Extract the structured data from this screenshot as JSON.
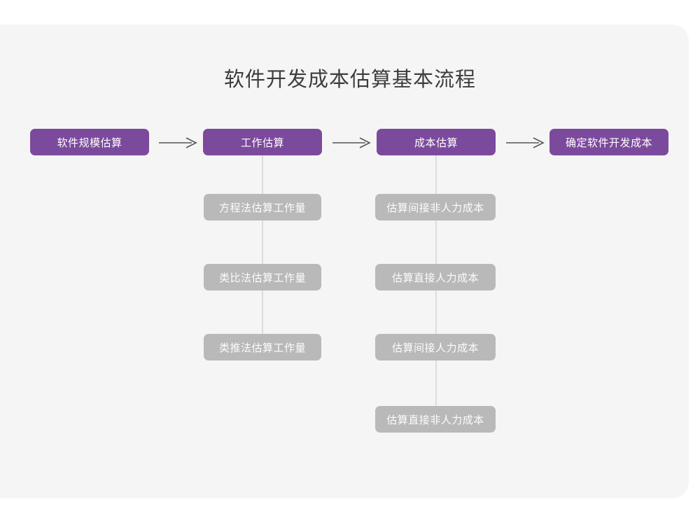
{
  "title": "软件开发成本估算基本流程",
  "colors": {
    "card_background": "#f5f5f5",
    "page_background": "#ffffff",
    "primary_node": "#7c4a9d",
    "primary_node_text": "#ffffff",
    "secondary_node": "#b9b9b9",
    "secondary_node_text": "#fcfcfc",
    "title_text": "#3d3d3d",
    "connector_line": "#dcdcdc",
    "arrow": "#555555"
  },
  "flow": {
    "type": "diagram",
    "orientation": "left-to-right main chain with vertical sub-step columns",
    "main_steps": [
      {
        "id": "step-1",
        "label": "软件规模估算",
        "sub_steps": []
      },
      {
        "id": "step-2",
        "label": "工作估算",
        "sub_steps": [
          "方程法估算工作量",
          "类比法估算工作量",
          "类推法估算工作量"
        ]
      },
      {
        "id": "step-3",
        "label": "成本估算",
        "sub_steps": [
          "估算间接非人力成本",
          "估算直接人力成本",
          "估算间接人力成本",
          "估算直接非人力成本"
        ]
      },
      {
        "id": "step-4",
        "label": "确定软件开发成本",
        "sub_steps": []
      }
    ],
    "arrow_glyph": "⟶",
    "arrow_count": 3
  }
}
